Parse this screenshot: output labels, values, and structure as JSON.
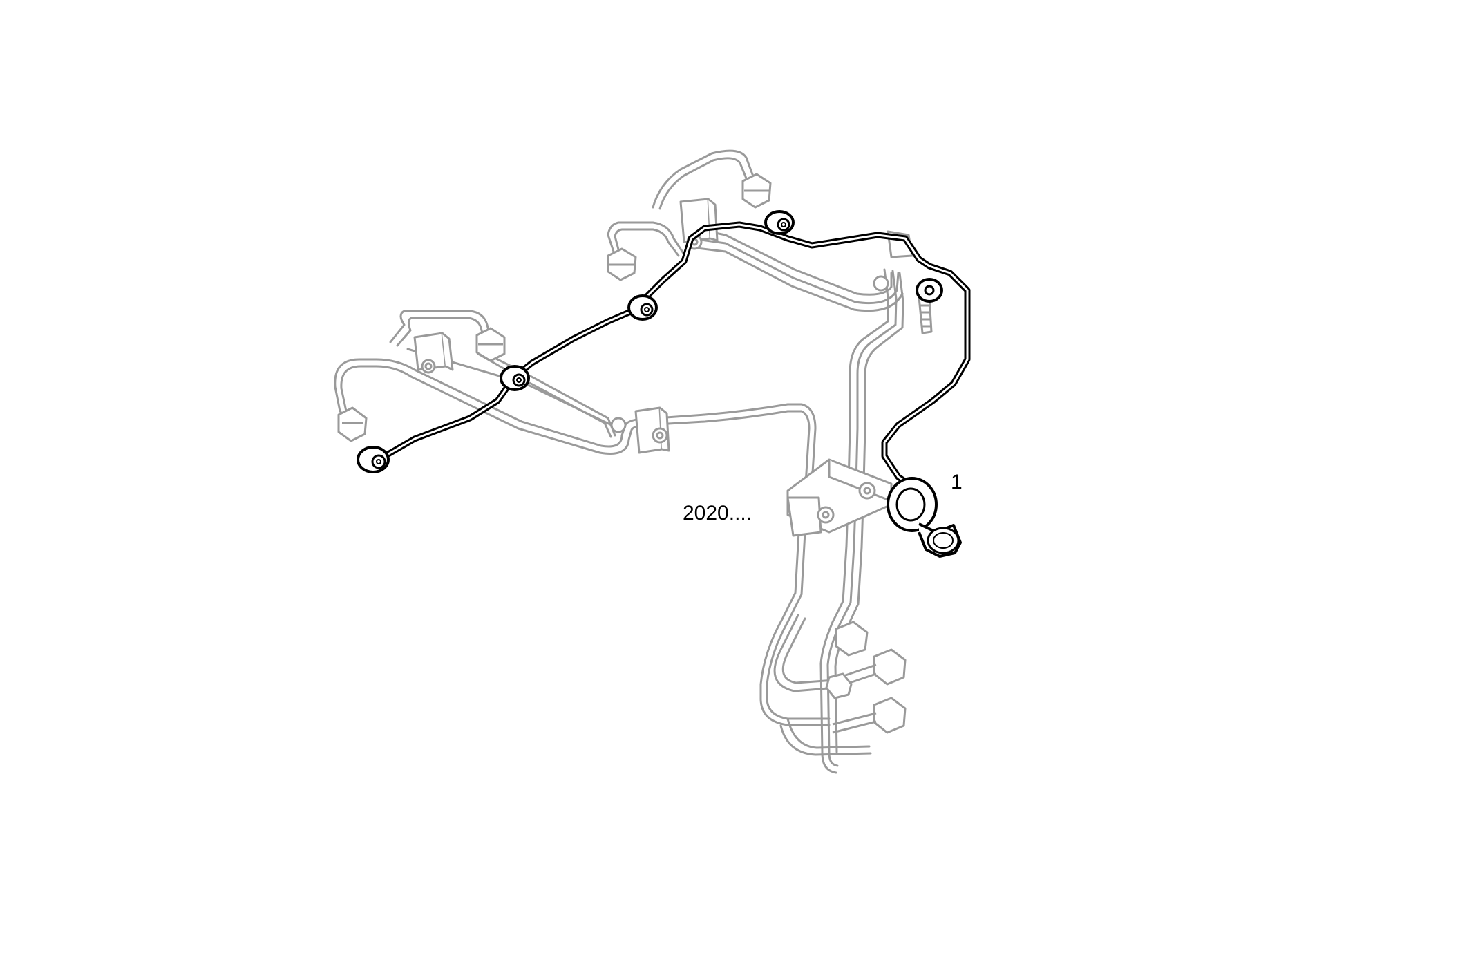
{
  "diagram": {
    "title": "",
    "labels": {
      "part_number": "1",
      "reference_code": "2020...."
    },
    "parts": [
      {
        "name": "leak-off-line",
        "highlighted": true
      },
      {
        "name": "banjo-fitting",
        "highlighted": true
      },
      {
        "name": "injection-lines",
        "highlighted": false
      },
      {
        "name": "line-clamps",
        "highlighted": false
      },
      {
        "name": "injector-nuts",
        "highlighted": false
      },
      {
        "name": "pump-nuts",
        "highlighted": false
      }
    ],
    "colors": {
      "highlight": "#000000",
      "context": "#9a9a9a",
      "background": "#ffffff"
    }
  }
}
